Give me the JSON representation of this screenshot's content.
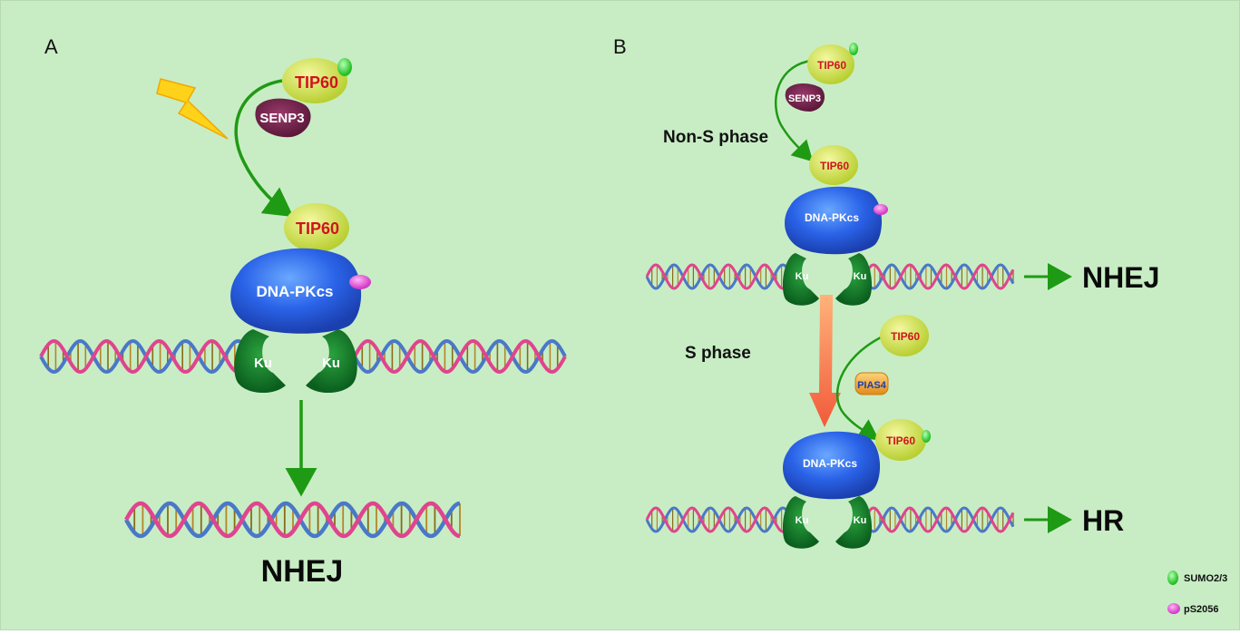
{
  "panels": {
    "a": {
      "letter": "A",
      "proteins": {
        "tip60_top": "TIP60",
        "senp3": "SENP3",
        "tip60_bound": "TIP60",
        "dnapkcs": "DNA-PKcs",
        "ku_left": "Ku",
        "ku_right": "Ku"
      },
      "outcome": "NHEJ"
    },
    "b": {
      "letter": "B",
      "upper": {
        "phase": "Non-S phase",
        "tip60_top": "TIP60",
        "senp3": "SENP3",
        "tip60_bound": "TIP60",
        "dnapkcs": "DNA-PKcs",
        "ku_left": "Ku",
        "ku_right": "Ku",
        "outcome": "NHEJ"
      },
      "lower": {
        "phase": "S phase",
        "tip60_top": "TIP60",
        "pias4": "PIAS4",
        "tip60_bound": "TIP60",
        "dnapkcs": "DNA-PKcs",
        "ku_left": "Ku",
        "ku_right": "Ku",
        "outcome": "HR"
      }
    }
  },
  "legend": [
    {
      "label": "SUMO2/3",
      "color": "#2fd12f"
    },
    {
      "label": "pS2056",
      "color": "#e04ad8"
    }
  ],
  "colors": {
    "background": "#c8edc4",
    "arrow": "#1f9a14",
    "tip60": "#cfe04a",
    "senp3": "#6e1f4a",
    "dnapkcs": "#2a63e8",
    "ku": "#137a2a",
    "pias4": "#f0a830",
    "phase_arrow": "#f47a4a",
    "lightning": "#ffd21a"
  }
}
